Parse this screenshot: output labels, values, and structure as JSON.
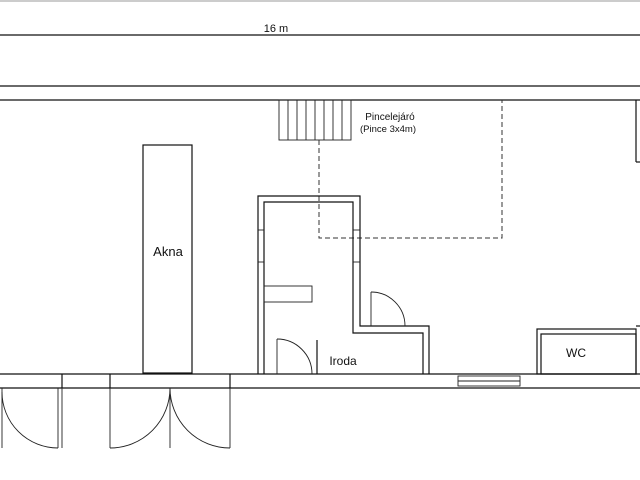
{
  "plan": {
    "dimension_label": "16 m",
    "labels": {
      "shaft": "Akna",
      "basement_entrance": "Pincelejáró",
      "basement_size": "(Pince 3x4m)",
      "office": "Iroda",
      "wc": "WC"
    }
  }
}
